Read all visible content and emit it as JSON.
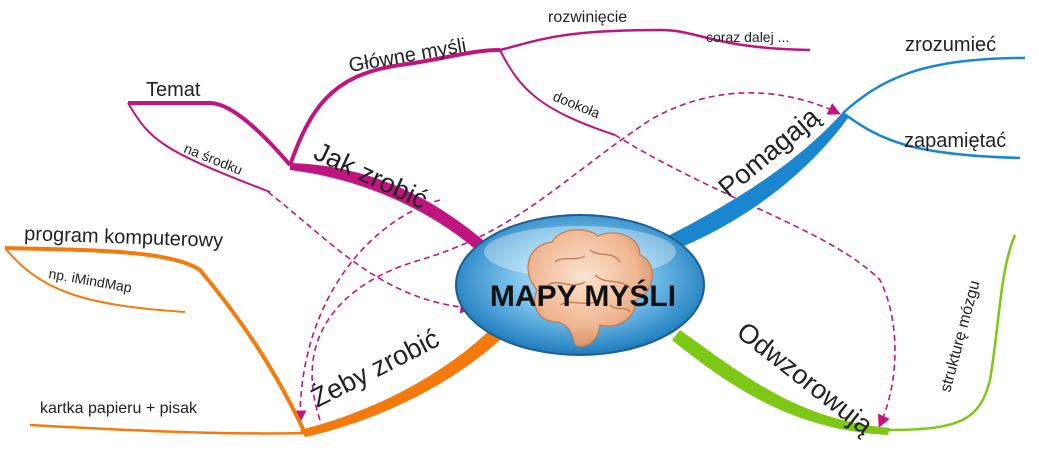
{
  "center": {
    "label": "MAPY MYŚLI",
    "icon": "brain-icon"
  },
  "colors": {
    "magenta": "#c0157e",
    "blue": "#1a86cf",
    "green": "#7dc715",
    "orange": "#f47a0c",
    "dashed": "#c0157e"
  },
  "branches": {
    "jak_zrobic": {
      "label": "Jak zrobić",
      "children": {
        "temat": "Temat",
        "na_srodku": "na środku",
        "glowne_mysli": "Główne myśli",
        "rozwiniecie": "rozwinięcie",
        "coraz_dalej": "coraz dalej ...",
        "dookola": "dookoła"
      }
    },
    "pomagaja": {
      "label": "Pomagają",
      "children": {
        "zrozumiec": "zrozumieć",
        "zapamietac": "zapamiętać"
      }
    },
    "odwzorowuja": {
      "label": "Odwzorowują",
      "children": {
        "strukture_mozgu": "strukturę mózgu"
      }
    },
    "zeby_zrobic": {
      "label": "Żeby zrobić",
      "children": {
        "program_komputerowy": "program komputerowy",
        "imindmap": "np. iMindMap",
        "kartka_papieru": "kartka papieru + pisak"
      }
    }
  }
}
